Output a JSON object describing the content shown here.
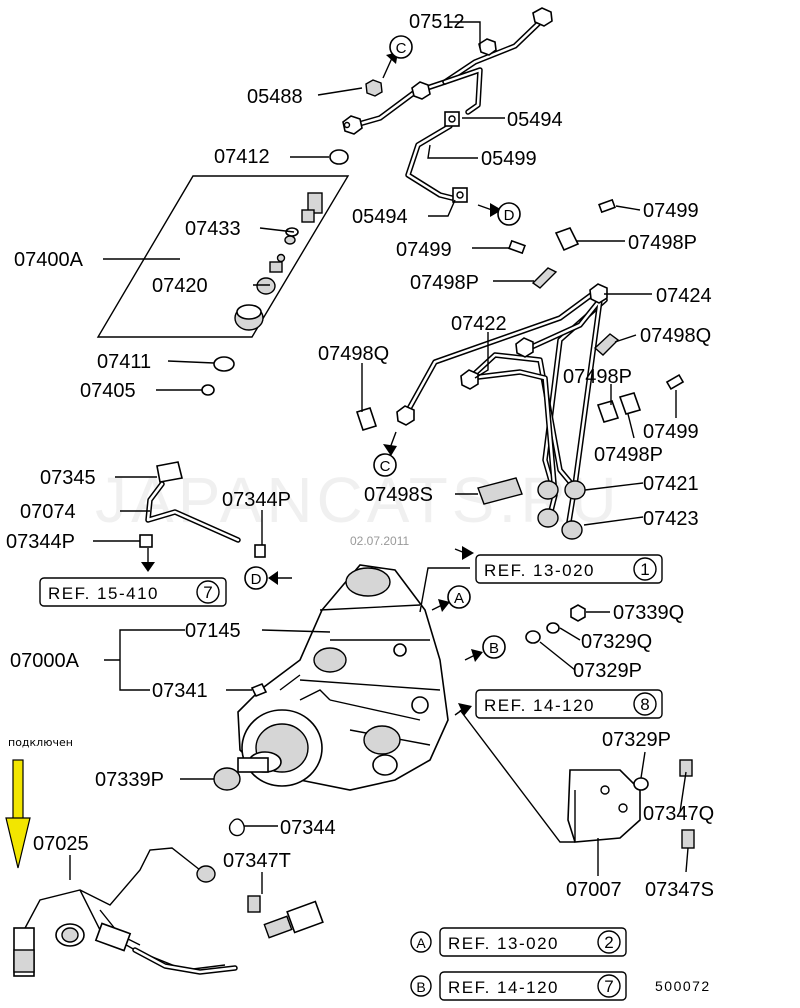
{
  "labels": {
    "p07512": "07512",
    "p05488": "05488",
    "p05494a": "05494",
    "p07412": "07412",
    "p05499": "05499",
    "p05494b": "05494",
    "p07499a": "07499",
    "p07433": "07433",
    "p07400a": "07400A",
    "p07499b": "07499",
    "p07498pa": "07498P",
    "p07498pb": "07498P",
    "p07420": "07420",
    "p07424": "07424",
    "p07422": "07422",
    "p07498qa": "07498Q",
    "p07498qb": "07498Q",
    "p07411": "07411",
    "p07405": "07405",
    "p07498pc": "07498P",
    "p07499c": "07499",
    "p07498pd": "07498P",
    "p07345": "07345",
    "p07421": "07421",
    "p07344pa": "07344P",
    "p07498s": "07498S",
    "p07074": "07074",
    "p07423": "07423",
    "p07344pb": "07344P",
    "p07145": "07145",
    "p07000a": "07000A",
    "p07339q": "07339Q",
    "p07329qa": "07329Q",
    "p07329pa": "07329P",
    "p07341": "07341",
    "p07329pb": "07329P",
    "p07339p": "07339P",
    "p07347q": "07347Q",
    "p07344": "07344",
    "p07025": "07025",
    "p07347t": "07347T",
    "p07007": "07007",
    "p07347s": "07347S"
  },
  "refs": {
    "r1": {
      "text": "REF. 13-020",
      "num": "1"
    },
    "r2": {
      "text": "REF. 15-410",
      "num": "7"
    },
    "r3": {
      "text": "REF. 14-120",
      "num": "8"
    },
    "r4": {
      "text": "REF. 13-020",
      "num": "2"
    },
    "r5": {
      "text": "REF. 14-120",
      "num": "7"
    }
  },
  "callouts": {
    "A": "A",
    "B": "B",
    "C": "C",
    "D": "D"
  },
  "watermark": "JAPANCATS.RU",
  "date_stamp": "02.07.2011",
  "connected_note": "подключен",
  "diagram_number": "500072",
  "colors": {
    "ink": "#000000",
    "paper": "#ffffff",
    "highlight_arrow": "#f2e600"
  }
}
